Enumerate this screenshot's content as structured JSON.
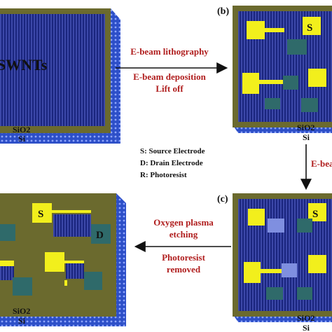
{
  "panels": {
    "a": {
      "material": "SWNTs",
      "layer_top": "SiO2",
      "layer_bottom": "Si"
    },
    "b": {
      "panel_label": "(b)",
      "source_label": "S",
      "layer_top": "SiO2",
      "layer_bottom": "Si"
    },
    "c": {
      "panel_label": "(c)",
      "source_label": "S",
      "layer_top": "SiO2",
      "layer_bottom": "Si"
    },
    "d": {
      "source_label": "S",
      "drain_label": "D",
      "layer_top": "SiO2",
      "layer_bottom": "Si"
    }
  },
  "steps": {
    "step1": {
      "line1": "E-beam lithography",
      "line2": "E-beam deposition",
      "line3": "Lift off"
    },
    "step2": {
      "line1": "E-bea"
    },
    "step3": {
      "line1": "Oxygen plasma",
      "line2": "etching",
      "line3": "Photoresist",
      "line4": "removed"
    }
  },
  "legend": {
    "s": "S: Source Electrode",
    "d": "D: Drain   Electrode",
    "r": "R:  Photoresist"
  },
  "colors": {
    "substrate_olive": "#6b6a2e",
    "nanotube_blue": "#1e2b8a",
    "electrode_yellow": "#f2ef1c",
    "photoresist_teal": "#2f6a6a",
    "side_blue": "#3355cc",
    "arrow_text_red": "#b01e1e"
  }
}
